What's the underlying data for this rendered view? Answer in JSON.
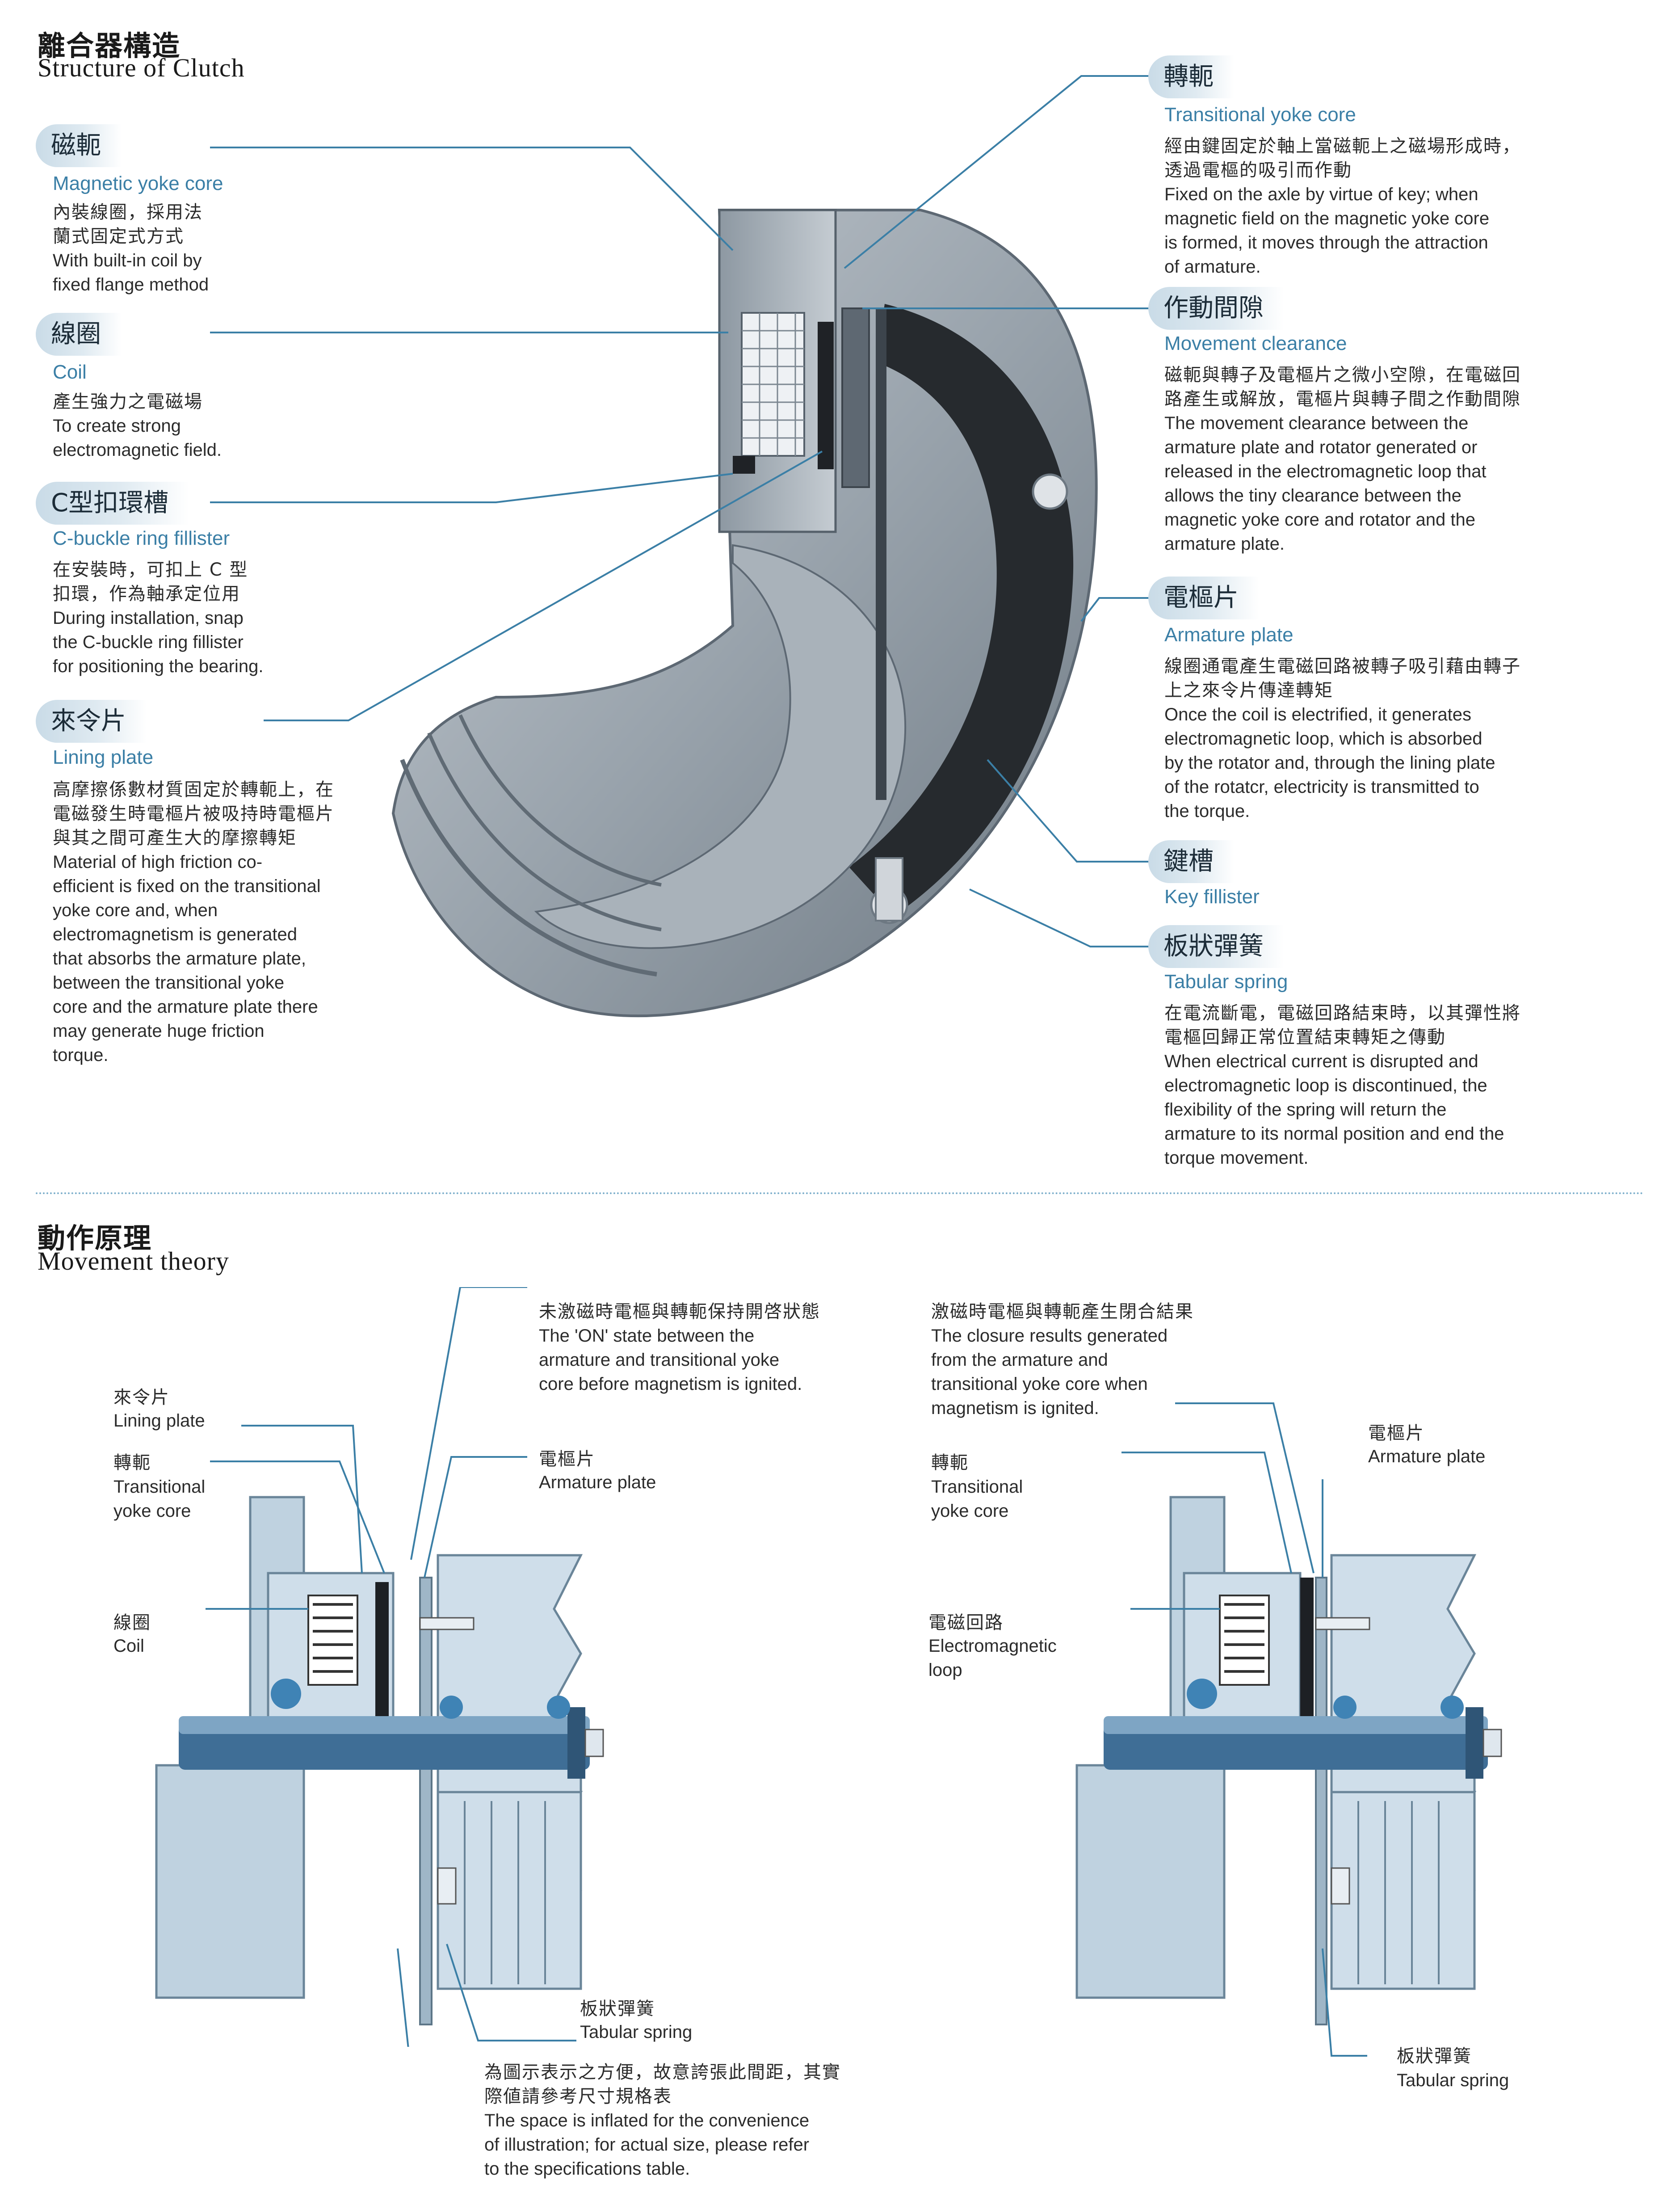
{
  "structure": {
    "title_zh": "離合器構造",
    "title_en": "Structure of Clutch",
    "parts": [
      {
        "zh": "磁軛",
        "en": "Magnetic yoke core",
        "desc_zh": "內裝線圈，採用法\n蘭式固定式方式",
        "desc_en": "With built-in coil by\nfixed flange method"
      },
      {
        "zh": "線圈",
        "en": "Coil",
        "desc_zh": "產生強力之電磁場",
        "desc_en": "To create strong\nelectromagnetic field."
      },
      {
        "zh": "C型扣環槽",
        "en": "C-buckle ring fillister",
        "desc_zh": "在安裝時，可扣上 C 型\n扣環，作為軸承定位用",
        "desc_en": "During installation, snap\nthe C-buckle ring fillister\nfor positioning the bearing."
      },
      {
        "zh": "來令片",
        "en": "Lining plate",
        "desc_zh": "高摩擦係數材質固定於轉軛上，在\n電磁發生時電樞片被吸持時電樞片\n與其之間可產生大的摩擦轉矩",
        "desc_en": "Material of high friction co-\nefficient is fixed on the transitional\nyoke core and, when\nelectromagnetism is generated\nthat absorbs the armature plate,\nbetween the transitional yoke\ncore and the armature plate there\nmay generate huge friction\ntorque."
      },
      {
        "zh": "轉軛",
        "en": "Transitional yoke core",
        "desc_zh": "經由鍵固定於軸上當磁軛上之磁場形成時，\n透過電樞的吸引而作動",
        "desc_en": "Fixed on the axle by virtue of key; when\nmagnetic field on the magnetic yoke core\nis formed, it moves through the attraction\nof armature."
      },
      {
        "zh": "作動間隙",
        "en": "Movement clearance",
        "desc_zh": "磁軛與轉子及電樞片之微小空隙，在電磁回\n路產生或解放，電樞片與轉子間之作動間隙",
        "desc_en": "The movement clearance between the\narmature plate and rotator generated or\nreleased in the electromagnetic loop that\nallows the tiny clearance between the\nmagnetic yoke core and rotator and the\narmature plate."
      },
      {
        "zh": "電樞片",
        "en": "Armature plate",
        "desc_zh": "線圈通電產生電磁回路被轉子吸引藉由轉子\n上之來令片傳達轉矩",
        "desc_en": "Once the coil is electrified, it generates\nelectromagnetic loop, which is absorbed\nby the rotator and, through the lining plate\nof the rotatcr, electricity is transmitted to\nthe torque."
      },
      {
        "zh": "鍵槽",
        "en": "Key fillister",
        "desc_zh": "",
        "desc_en": ""
      },
      {
        "zh": "板狀彈簧",
        "en": "Tabular spring",
        "desc_zh": "在電流斷電，電磁回路結束時，以其彈性將\n電樞回歸正常位置結束轉矩之傳動",
        "desc_en": "When electrical current is disrupted and\nelectromagnetic loop is discontinued, the\nflexibility of the spring will return the\narmature to its normal position and end the\ntorque movement."
      }
    ]
  },
  "movement": {
    "title_zh": "動作原理",
    "title_en": "Movement theory",
    "left": {
      "lining_zh": "來令片",
      "lining_en": "Lining plate",
      "yoke_zh": "轉軛",
      "yoke_en": "Transitional\nyoke core",
      "coil_zh": "線圈",
      "coil_en": "Coil",
      "note_zh": "未激磁時電樞與轉軛保持開啓狀態",
      "note_en": "The 'ON' state between the\narmature and transitional yoke\ncore before magnetism is ignited.",
      "armature_zh": "電樞片",
      "armature_en": "Armature plate",
      "spring_zh": "板狀彈簧",
      "spring_en": "Tabular spring",
      "gap_zh": "為圖示表示之方便，故意誇張此間距，其實\n際値請參考尺寸規格表",
      "gap_en": "The space is inflated for the convenience\nof illustration; for actual size, please refer\nto the specifications table."
    },
    "right": {
      "note_zh": "激磁時電樞與轉軛產生閉合結果",
      "note_en": "The closure results generated\nfrom the armature and\ntransitional yoke core when\nmagnetism is ignited.",
      "yoke_zh": "轉軛",
      "yoke_en": "Transitional\nyoke core",
      "loop_zh": "電磁回路",
      "loop_en": "Electromagnetic\nloop",
      "armature_zh": "電樞片",
      "armature_en": "Armature plate",
      "spring_zh": "板狀彈簧",
      "spring_en": "Tabular spring"
    }
  }
}
